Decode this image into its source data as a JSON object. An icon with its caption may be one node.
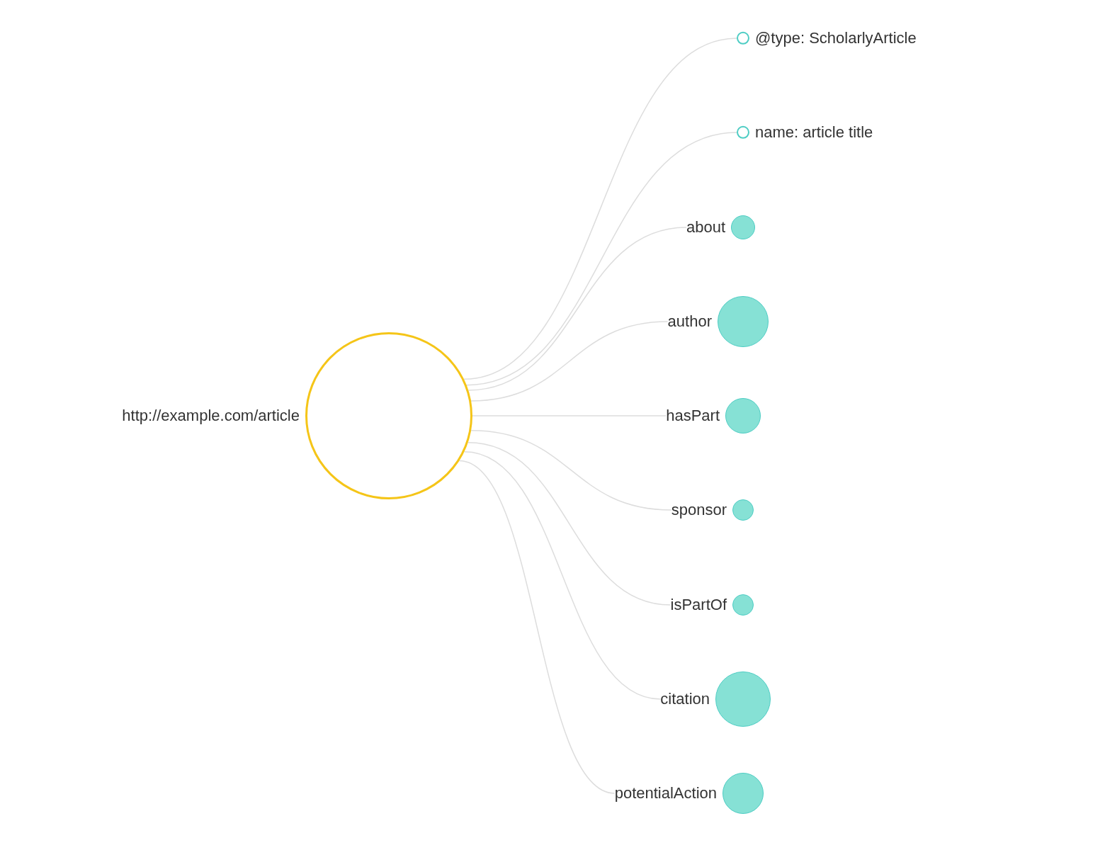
{
  "diagram": {
    "nodes": [
      {
        "text": [
          "http://example.com/article"
        ]
      },
      {
        "text": [
          "@type: ScholarlyArticle"
        ]
      },
      {
        "text": [
          "name: article title"
        ]
      },
      {
        "text": [
          "about"
        ]
      },
      {
        "text": [
          "author"
        ]
      },
      {
        "text": [
          "hasPart"
        ]
      },
      {
        "text": [
          "sponsor"
        ]
      },
      {
        "text": [
          "isPartOf"
        ]
      },
      {
        "text": [
          "citation"
        ]
      },
      {
        "text": [
          "potentialAction"
        ]
      }
    ],
    "edges": [
      {
        "from": 0,
        "to": 1,
        "arrow": "none"
      },
      {
        "from": 0,
        "to": 2,
        "arrow": "none"
      },
      {
        "from": 0,
        "to": 3,
        "arrow": "none"
      },
      {
        "from": 0,
        "to": 4,
        "arrow": "none"
      },
      {
        "from": 0,
        "to": 5,
        "arrow": "none"
      },
      {
        "from": 0,
        "to": 6,
        "arrow": "none"
      },
      {
        "from": 0,
        "to": 7,
        "arrow": "none"
      },
      {
        "from": 0,
        "to": 8,
        "arrow": "none"
      },
      {
        "from": 0,
        "to": 9,
        "arrow": "none"
      }
    ]
  }
}
